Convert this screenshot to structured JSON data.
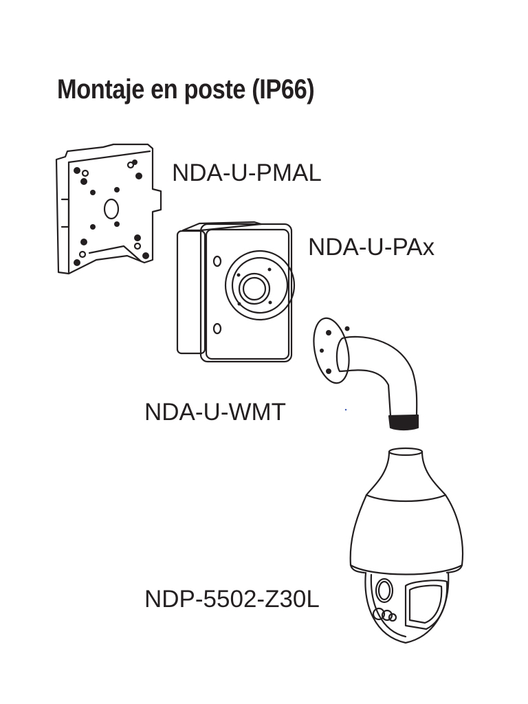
{
  "title": "Montaje en poste (IP66)",
  "parts": [
    {
      "label": "NDA-U-PMAL"
    },
    {
      "label": "NDA-U-PAx"
    },
    {
      "label": "NDA-U-WMT"
    },
    {
      "label": "NDP-5502-Z30L"
    }
  ]
}
